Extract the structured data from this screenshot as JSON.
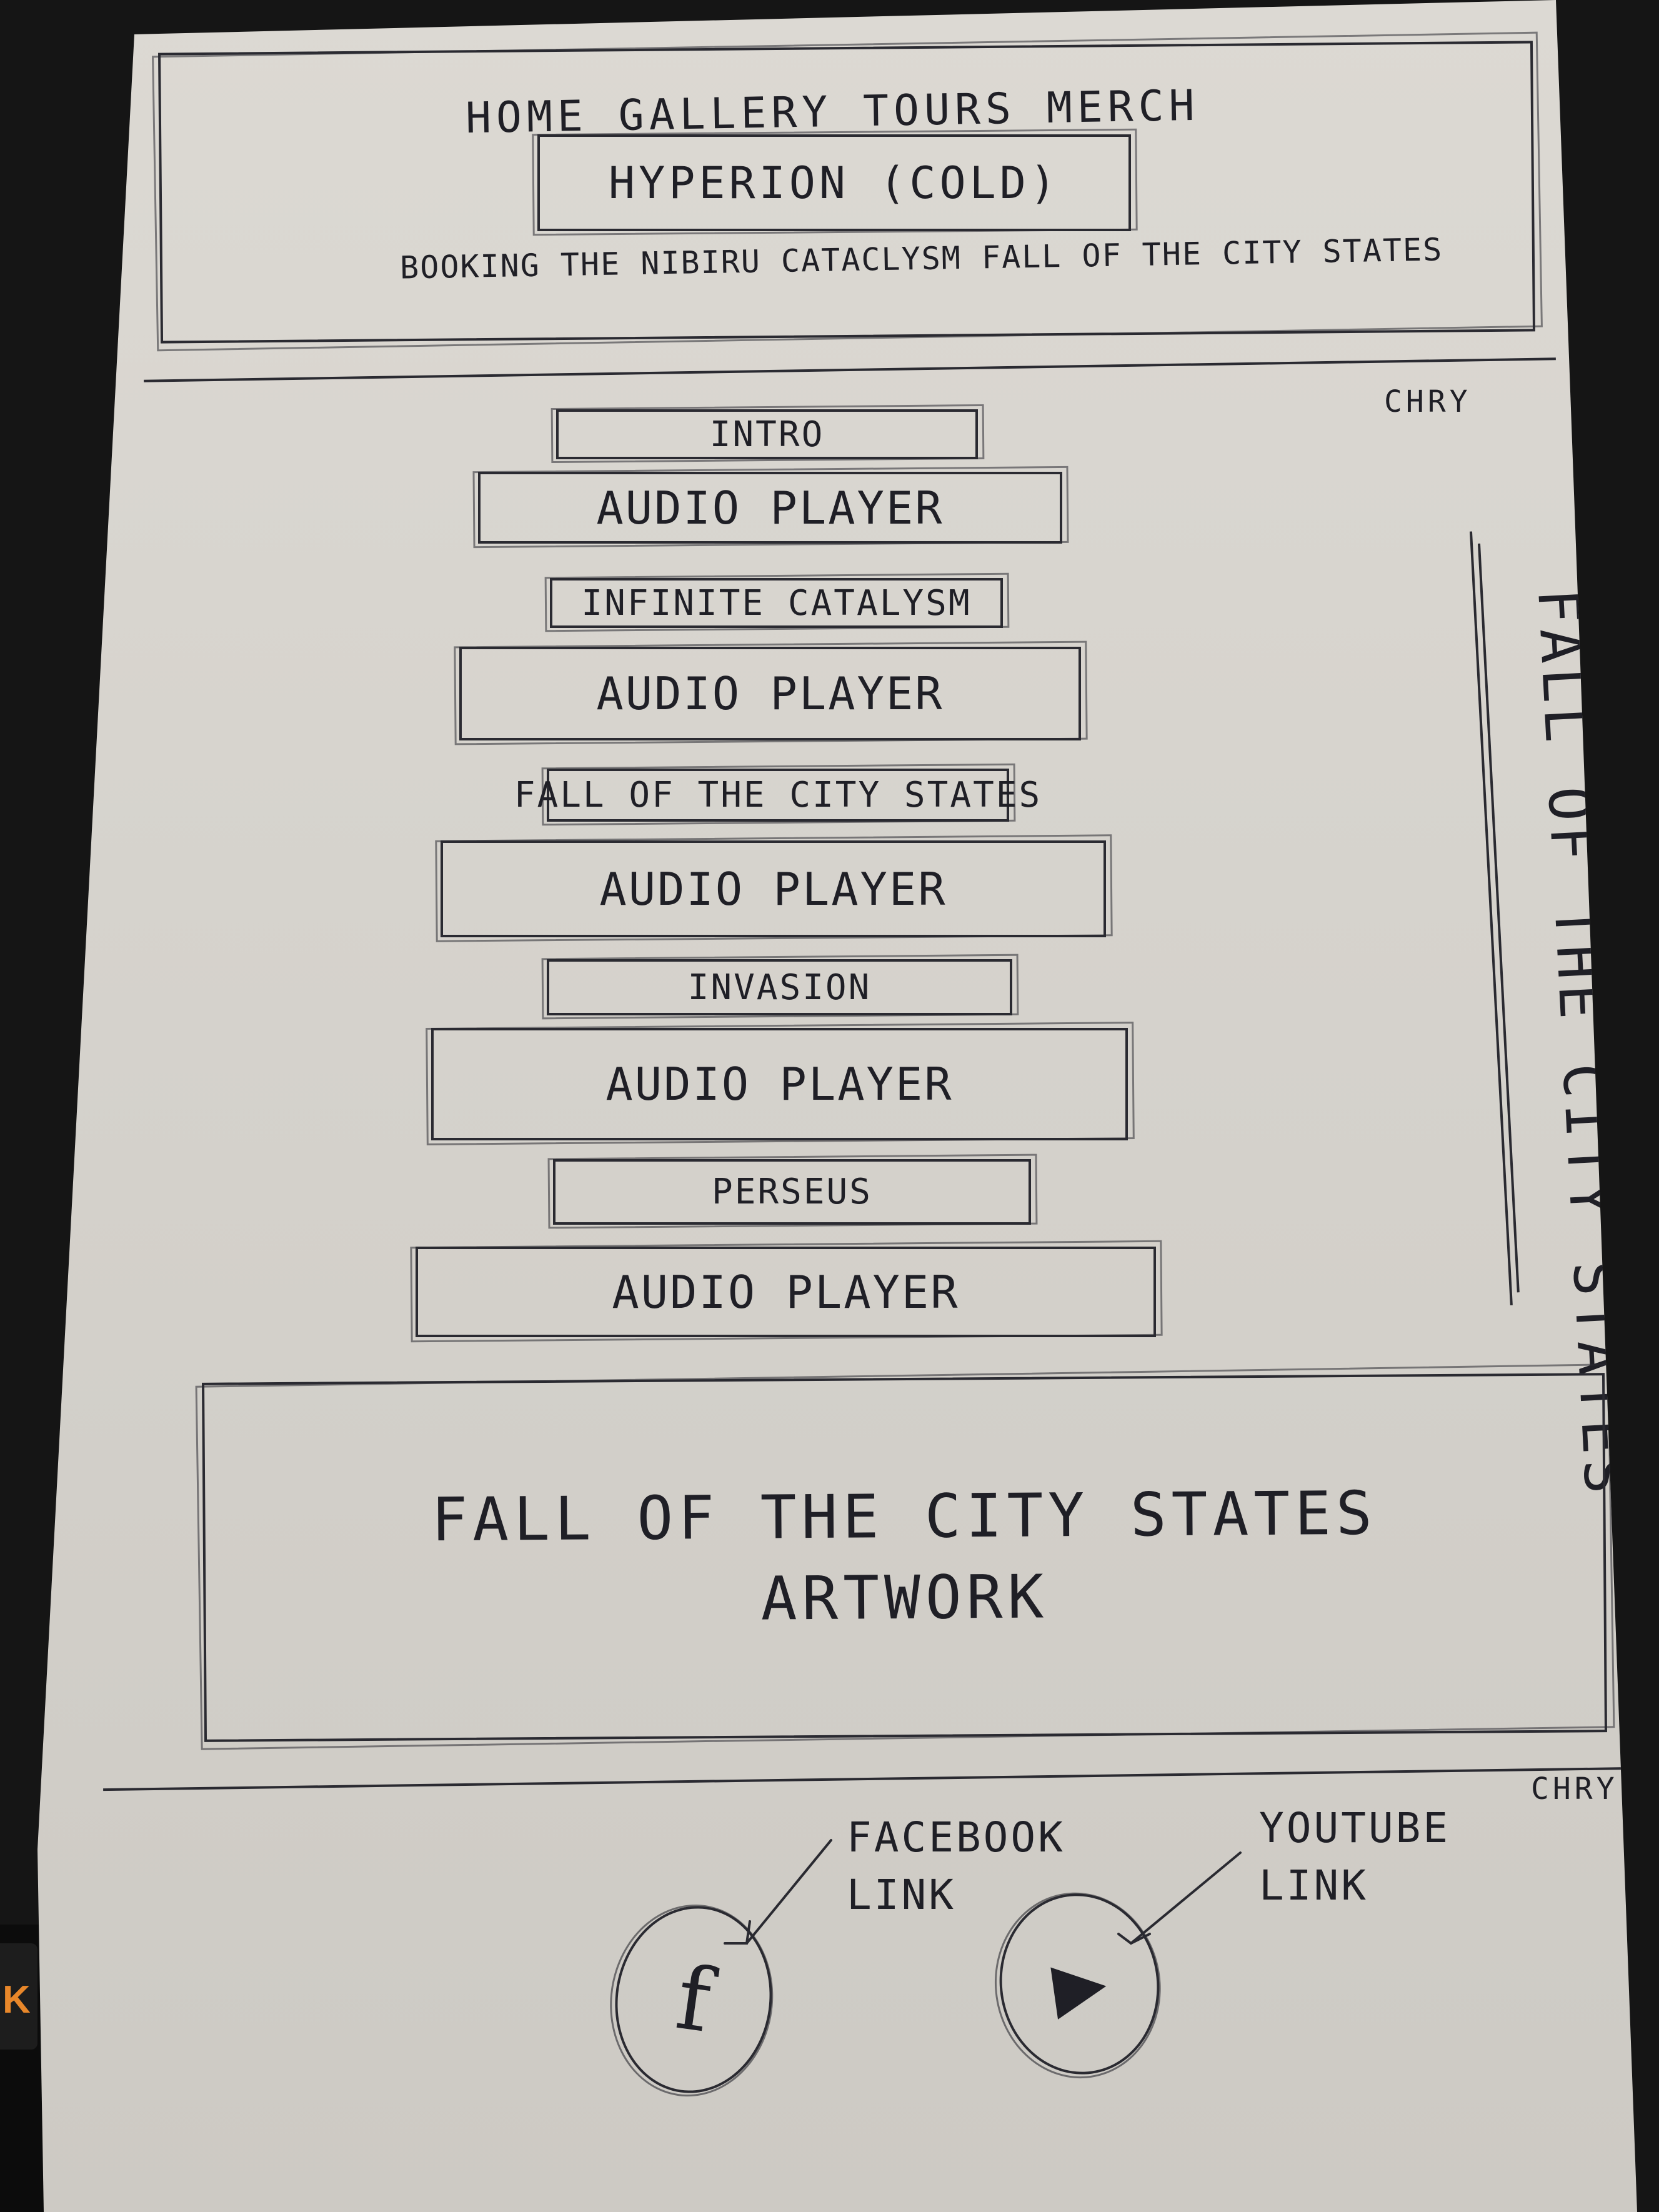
{
  "header": {
    "nav": "Home Gallery Tours Merch",
    "title": "Hyperion (cold)",
    "subnav": "Booking The Nibiru Cataclysm Fall of the City States"
  },
  "markers": {
    "top": "CHRY",
    "bottom": "CHRY"
  },
  "tracks": [
    {
      "title": "Intro",
      "player": "Audio Player"
    },
    {
      "title": "Infinite Catalysm",
      "player": "Audio Player"
    },
    {
      "title": "Fall of the City States",
      "player": "Audio Player"
    },
    {
      "title": "Invasion",
      "player": "Audio Player"
    },
    {
      "title": "Perseus",
      "player": "Audio Player"
    }
  ],
  "side_title": "Fall of the City States",
  "artwork": {
    "line1": "Fall of the City States",
    "line2": "Artwork"
  },
  "social": {
    "facebook": {
      "label_1": "Facebook",
      "label_2": "Link",
      "icon_glyph": "f",
      "icon": "facebook-icon"
    },
    "youtube": {
      "label_1": "Youtube",
      "label_2": "Link",
      "icon_glyph": "▶",
      "icon": "youtube-icon"
    }
  },
  "colors": {
    "paper": "#d8d5cf",
    "ink": "#2a2a31",
    "background": "#151515",
    "key_accent": "#e8872a"
  },
  "desk_key": "K"
}
